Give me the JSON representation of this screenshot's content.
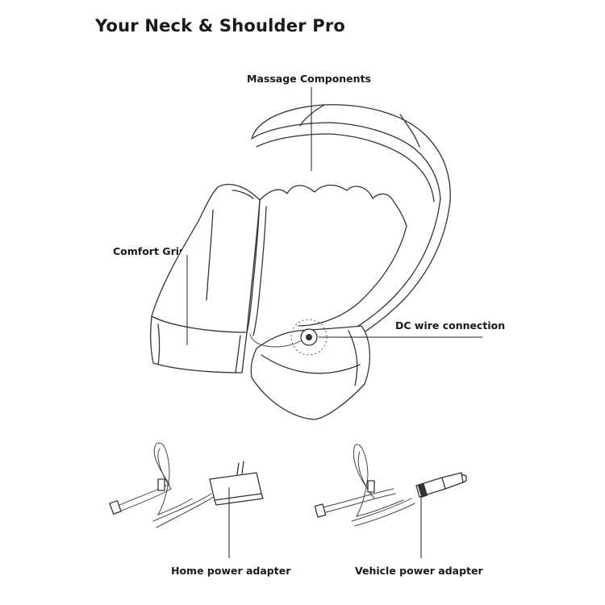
{
  "title": "Your Neck & Shoulder Pro",
  "labels": {
    "massage_components": "Massage Components",
    "comfort_grip": "Comfort Grip",
    "dc_wire": "DC wire connection",
    "home_adapter": "Home power adapter",
    "vehicle_adapter": "Vehicle power adapter"
  }
}
